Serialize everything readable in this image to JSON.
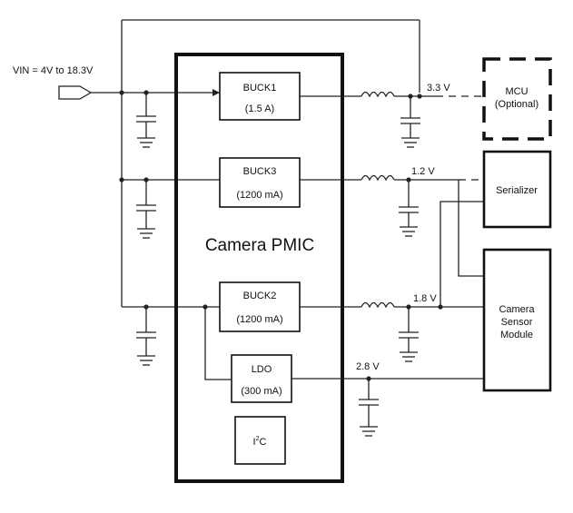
{
  "input": {
    "label": "VIN = 4V to 18.3V"
  },
  "pmic": {
    "title": "Camera PMIC"
  },
  "blocks": {
    "buck1": {
      "name": "BUCK1",
      "rating": "(1.5 A)"
    },
    "buck3": {
      "name": "BUCK3",
      "rating": "(1200 mA)"
    },
    "buck2": {
      "name": "BUCK2",
      "rating": "(1200 mA)"
    },
    "ldo": {
      "name": "LDO",
      "rating": "(300 mA)"
    },
    "i2c": {
      "name": "I",
      "sup": "2",
      "suffix": "C"
    }
  },
  "rails": {
    "r33": "3.3 V",
    "r12": "1.2 V",
    "r18": "1.8 V",
    "r28": "2.8 V"
  },
  "external": {
    "mcu": {
      "line1": "MCU",
      "line2": "(Optional)"
    },
    "serializer": {
      "label": "Serializer"
    },
    "sensor": {
      "line1": "Camera",
      "line2": "Sensor",
      "line3": "Module"
    }
  }
}
